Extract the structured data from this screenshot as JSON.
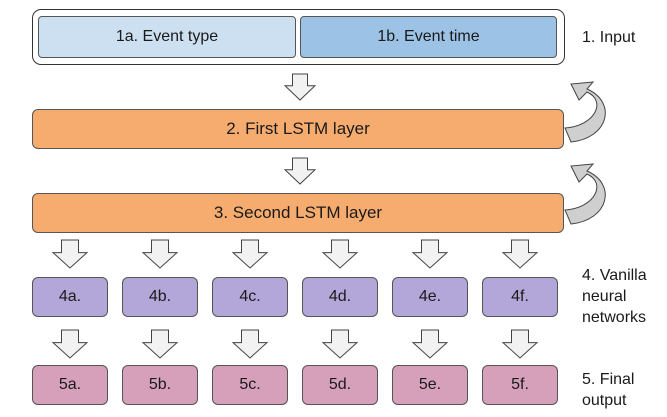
{
  "input": {
    "event_type": "1a. Event type",
    "event_time": "1b. Event time",
    "label": "1. Input"
  },
  "lstm1": {
    "label": "2. First LSTM layer"
  },
  "lstm2": {
    "label": "3. Second LSTM layer"
  },
  "vanilla": {
    "boxes": [
      "4a.",
      "4b.",
      "4c.",
      "4d.",
      "4e.",
      "4f."
    ],
    "label": "4. Vanilla\nneural\nnetworks"
  },
  "final": {
    "boxes": [
      "5a.",
      "5b.",
      "5c.",
      "5d.",
      "5e.",
      "5f."
    ],
    "label": "5. Final\noutput"
  },
  "colors": {
    "event_type": "#cde0f2",
    "event_time": "#9cc3e6",
    "lstm": "#f6ac6f",
    "vanilla": "#b3a6d8",
    "final": "#d6a0bb",
    "arrow": "#f2f2f2"
  }
}
